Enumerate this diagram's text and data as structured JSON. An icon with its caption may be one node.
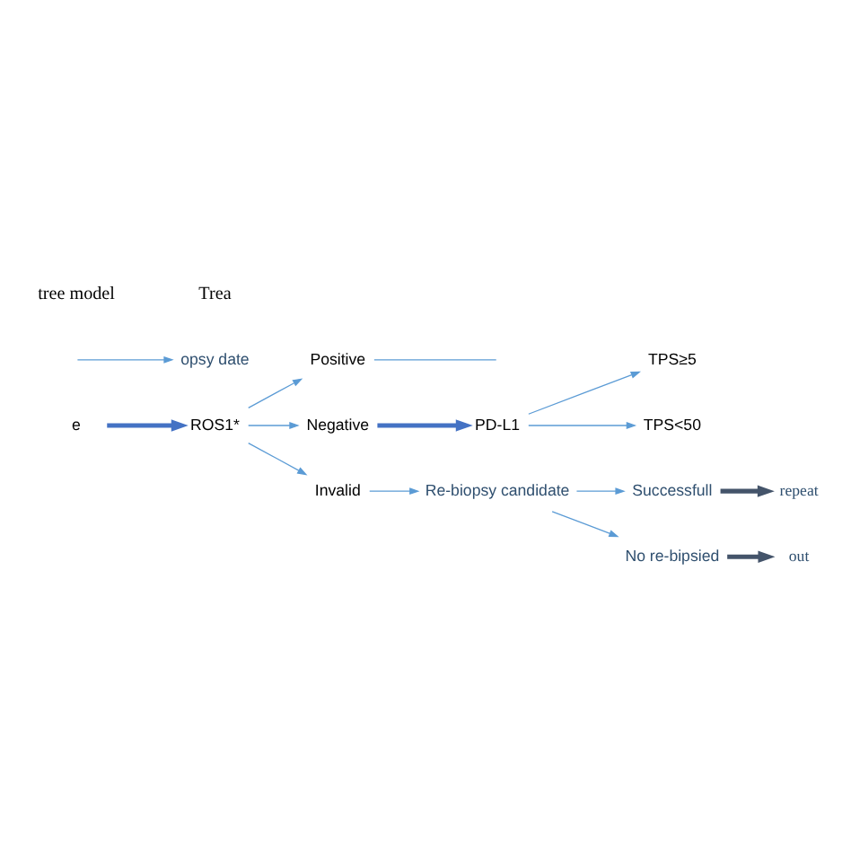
{
  "diagram": {
    "nodes": [
      {
        "text": [
          "e"
        ]
      },
      {
        "text": [
          "ROS1*"
        ]
      },
      {
        "text": [
          "Positive"
        ]
      },
      {
        "text": [
          "Negative"
        ]
      },
      {
        "text": [
          "Invalid"
        ]
      },
      {
        "text": [
          "Re-biopsy candidate"
        ]
      },
      {
        "text": [
          "Successfull"
        ]
      },
      {
        "text": [
          "No re-bipsied"
        ]
      },
      {
        "text": [
          "PD-L1"
        ]
      },
      {
        "text": [
          "TPS≥5"
        ]
      },
      {
        "text": [
          "TPS<50"
        ]
      },
      {
        "text": [
          "opsy date"
        ]
      },
      {
        "text": [
          "repeat"
        ]
      },
      {
        "text": [
          "out"
        ]
      }
    ],
    "edges": [
      {
        "from": 0,
        "to": 1,
        "arrow": "to",
        "style": "thick",
        "color": "#4472c4"
      },
      {
        "from": 1,
        "to": 2,
        "arrow": "to"
      },
      {
        "from": 1,
        "to": 3,
        "arrow": "to"
      },
      {
        "from": 1,
        "to": 4,
        "arrow": "to"
      },
      {
        "from": 3,
        "to": 8,
        "arrow": "to",
        "style": "thick",
        "color": "#4472c4"
      },
      {
        "from": 8,
        "to": 9,
        "arrow": "to"
      },
      {
        "from": 8,
        "to": 10,
        "arrow": "to"
      },
      {
        "from": 4,
        "to": 5,
        "arrow": "to"
      },
      {
        "from": 5,
        "to": 6,
        "arrow": "to"
      },
      {
        "from": 5,
        "to": 7,
        "arrow": "to"
      },
      {
        "from": null,
        "to": 11,
        "arrow": "to"
      },
      {
        "from": 2,
        "to": null,
        "arrow": "none"
      },
      {
        "from": 6,
        "to": 12,
        "arrow": "to",
        "style": "thick",
        "color": "#44546a"
      },
      {
        "from": 7,
        "to": 13,
        "arrow": "to",
        "style": "thick",
        "color": "#44546a"
      }
    ],
    "labels": [
      "tree model",
      "Trea"
    ]
  }
}
